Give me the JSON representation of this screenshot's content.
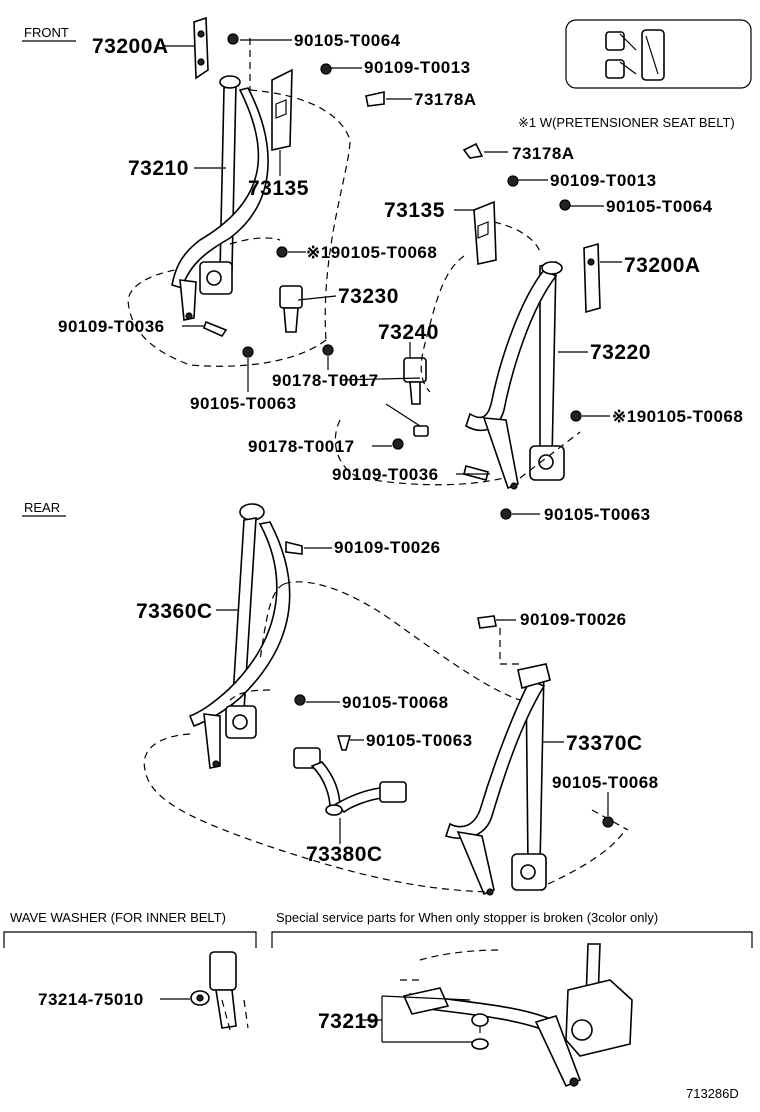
{
  "sections": {
    "front": "FRONT",
    "rear": "REAR",
    "wave_washer": "WAVE WASHER (FOR INNER BELT)",
    "special_service": "Special service parts for When only stopper is broken (3color only)"
  },
  "note": "※1 W(PRETENSIONER SEAT BELT)",
  "diagram_code": "713286D",
  "parts": {
    "p73200A_left": "73200A",
    "p90105_T0064_top": "90105-T0064",
    "p90109_T0013_top": "90109-T0013",
    "p73178A_top": "73178A",
    "p73210": "73210",
    "p73135_left": "73135",
    "p73178A_right": "73178A",
    "p90109_T0013_right": "90109-T0013",
    "p90105_T0064_right": "90105-T0064",
    "p73135_right": "73135",
    "p73200A_right": "73200A",
    "p90105_T0068_front_left": "※190105-T0068",
    "p73230": "73230",
    "p90109_T0036_left": "90109-T0036",
    "p73240": "73240",
    "p73220": "73220",
    "p90178_T0017_a": "90178-T0017",
    "p90105_T0063_left": "90105-T0063",
    "p90105_T0068_front_right": "※190105-T0068",
    "p90178_T0017_b": "90178-T0017",
    "p90109_T0036_right": "90109-T0036",
    "p90105_T0063_right": "90105-T0063",
    "p90109_T0026_left": "90109-T0026",
    "p73360C": "73360C",
    "p90109_T0026_right": "90109-T0026",
    "p90105_T0068_rear_a": "90105-T0068",
    "p90105_T0063_rear": "90105-T0063",
    "p73370C": "73370C",
    "p90105_T0068_rear_b": "90105-T0068",
    "p73380C": "73380C",
    "p73214_75010": "73214-75010",
    "p73219": "73219"
  }
}
